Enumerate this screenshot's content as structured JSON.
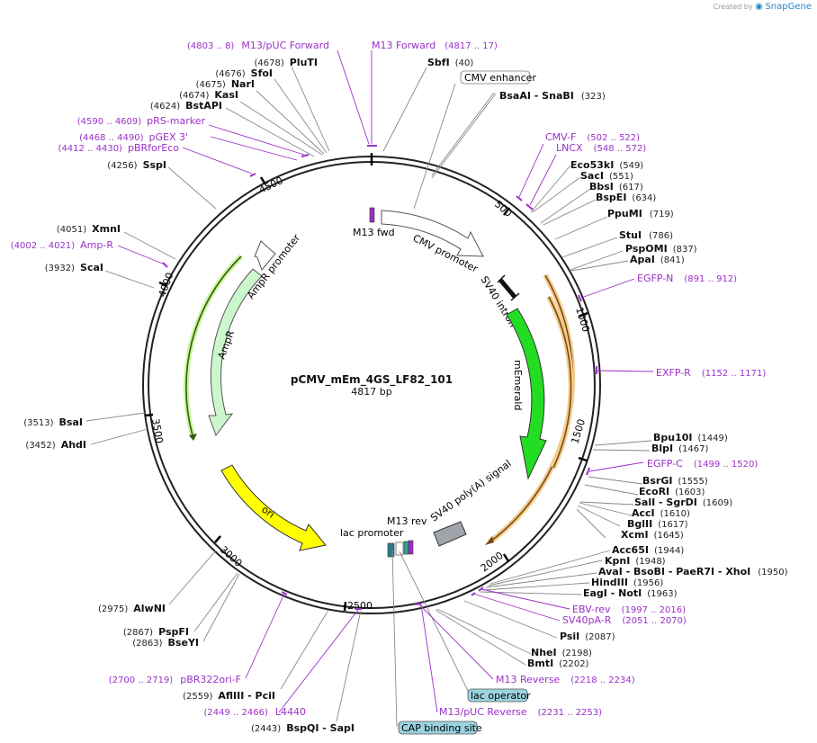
{
  "watermark": {
    "created_by": "Created by",
    "brand": "SnapGene"
  },
  "plasmid": {
    "name": "pCMV_mEm_4GS_LF82_101",
    "size_label": "4817 bp",
    "length": 4817
  },
  "ticks": [
    {
      "pos": 500,
      "label": "500"
    },
    {
      "pos": 1000,
      "label": "1000"
    },
    {
      "pos": 1500,
      "label": "1500"
    },
    {
      "pos": 2000,
      "label": "2000"
    },
    {
      "pos": 2500,
      "label": "2500"
    },
    {
      "pos": 3000,
      "label": "3000"
    },
    {
      "pos": 3500,
      "label": "3500"
    },
    {
      "pos": 4000,
      "label": "4000"
    },
    {
      "pos": 4500,
      "label": "4500"
    }
  ],
  "features": [
    {
      "name": "CMV enhancer",
      "color": "#ffffff"
    },
    {
      "name": "CMV promoter",
      "color": "#ffffff"
    },
    {
      "name": "SV40 intron",
      "color": "#111111"
    },
    {
      "name": "mEmerald",
      "color": "#22dd22"
    },
    {
      "name": "SV40 poly(A) signal",
      "color": "#a0a4ab"
    },
    {
      "name": "lac promoter",
      "color": "#ffffff"
    },
    {
      "name": "M13 rev",
      "color": "#9b30c8"
    },
    {
      "name": "M13 fwd",
      "color": "#9b30c8"
    },
    {
      "name": "ori",
      "color": "#ffff00"
    },
    {
      "name": "AmpR",
      "color": "#ccf7cc"
    },
    {
      "name": "AmpR promoter",
      "color": "#ffffff"
    },
    {
      "name": "lac operator",
      "color": "#9bd3df"
    },
    {
      "name": "CAP binding site",
      "color": "#9bd3df"
    }
  ],
  "labels": {
    "cmv_enhancer": "CMV enhancer",
    "lac_operator": "lac operator",
    "cap_binding_site": "CAP binding site"
  },
  "enzymes": [
    {
      "name": "SbfI",
      "pos": "(40)"
    },
    {
      "name": "PluTI",
      "pos": "(4678)"
    },
    {
      "name": "SfoI",
      "pos": "(4676)"
    },
    {
      "name": "NarI",
      "pos": "(4675)"
    },
    {
      "name": "KasI",
      "pos": "(4674)"
    },
    {
      "name": "BstAPI",
      "pos": "(4624)"
    },
    {
      "name": "SspI",
      "pos": "(4256)"
    },
    {
      "name": "XmnI",
      "pos": "(4051)"
    },
    {
      "name": "ScaI",
      "pos": "(3932)"
    },
    {
      "name": "BsaI",
      "pos": "(3513)"
    },
    {
      "name": "AhdI",
      "pos": "(3452)"
    },
    {
      "name": "AlwNI",
      "pos": "(2975)"
    },
    {
      "name": "PspFI",
      "pos": "(2867)"
    },
    {
      "name": "BseYI",
      "pos": "(2863)"
    },
    {
      "name": "AflIII - PciI",
      "pos": "(2559)"
    },
    {
      "name": "BspQI - SapI",
      "pos": "(2443)"
    },
    {
      "name": "BsaAI - SnaBI",
      "pos": "(323)"
    },
    {
      "name": "Eco53kI",
      "pos": "(549)"
    },
    {
      "name": "SacI",
      "pos": "(551)"
    },
    {
      "name": "BbsI",
      "pos": "(617)"
    },
    {
      "name": "BspEI",
      "pos": "(634)"
    },
    {
      "name": "PpuMI",
      "pos": "(719)"
    },
    {
      "name": "StuI",
      "pos": "(786)"
    },
    {
      "name": "PspOMI",
      "pos": "(837)"
    },
    {
      "name": "ApaI",
      "pos": "(841)"
    },
    {
      "name": "Bpu10I",
      "pos": "(1449)"
    },
    {
      "name": "BlpI",
      "pos": "(1467)"
    },
    {
      "name": "BsrGI",
      "pos": "(1555)"
    },
    {
      "name": "EcoRI",
      "pos": "(1603)"
    },
    {
      "name": "SalI - SgrDI",
      "pos": "(1609)"
    },
    {
      "name": "AccI",
      "pos": "(1610)"
    },
    {
      "name": "BglII",
      "pos": "(1617)"
    },
    {
      "name": "XcmI",
      "pos": "(1645)"
    },
    {
      "name": "Acc65I",
      "pos": "(1944)"
    },
    {
      "name": "KpnI",
      "pos": "(1948)"
    },
    {
      "name": "AvaI - BsoBI - PaeR7I - XhoI",
      "pos": "(1950)"
    },
    {
      "name": "HindIII",
      "pos": "(1956)"
    },
    {
      "name": "EagI - NotI",
      "pos": "(1963)"
    },
    {
      "name": "PsiI",
      "pos": "(2087)"
    },
    {
      "name": "NheI",
      "pos": "(2198)"
    },
    {
      "name": "BmtI",
      "pos": "(2202)"
    }
  ],
  "primers": [
    {
      "name": "M13/pUC Forward",
      "range": "(4803 .. 8)"
    },
    {
      "name": "M13 Forward",
      "range": "(4817 .. 17)"
    },
    {
      "name": "pRS-marker",
      "range": "(4590 .. 4609)"
    },
    {
      "name": "pGEX 3'",
      "range": "(4468 .. 4490)"
    },
    {
      "name": "pBRforEco",
      "range": "(4412 .. 4430)"
    },
    {
      "name": "Amp-R",
      "range": "(4002 .. 4021)"
    },
    {
      "name": "CMV-F",
      "range": "(502 .. 522)"
    },
    {
      "name": "LNCX",
      "range": "(548 .. 572)"
    },
    {
      "name": "EGFP-N",
      "range": "(891 .. 912)"
    },
    {
      "name": "EXFP-R",
      "range": "(1152 .. 1171)"
    },
    {
      "name": "EGFP-C",
      "range": "(1499 .. 1520)"
    },
    {
      "name": "EBV-rev",
      "range": "(1997 .. 2016)"
    },
    {
      "name": "SV40pA-R",
      "range": "(2051 .. 2070)"
    },
    {
      "name": "M13 Reverse",
      "range": "(2218 .. 2234)"
    },
    {
      "name": "M13/pUC Reverse",
      "range": "(2231 .. 2253)"
    },
    {
      "name": "pBR322ori-F",
      "range": "(2700 .. 2719)"
    },
    {
      "name": "L4440",
      "range": "(2449 .. 2466)"
    }
  ]
}
